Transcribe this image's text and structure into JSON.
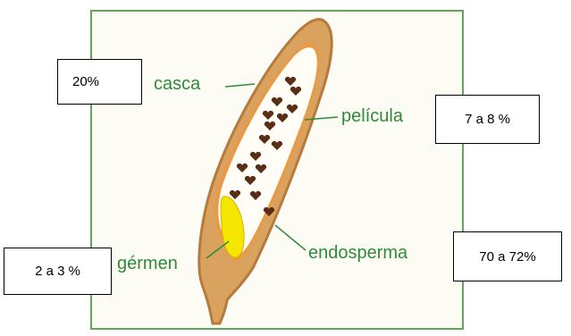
{
  "labels": {
    "casca": "casca",
    "pelicula": "película",
    "germen": "gérmen",
    "endosperma": "endosperma"
  },
  "percentages": {
    "casca": "20%",
    "pelicula": "7 a 8 %",
    "germen": "2 a 3 %",
    "endosperma": "70 a 72%"
  },
  "colors": {
    "label_text": "#2f8a3a",
    "panel_border": "#5fa85a",
    "husk": "#d9a35f",
    "husk_outline": "#b67a3c",
    "endosperm": "#fffdf5",
    "germ": "#f5e600",
    "spots": "#5a2e16"
  }
}
